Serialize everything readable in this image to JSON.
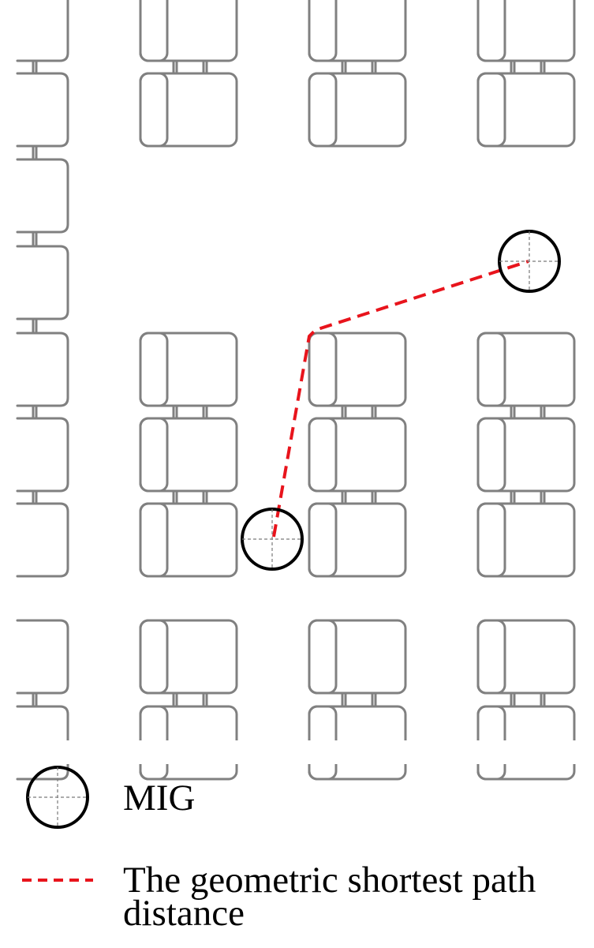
{
  "legend": {
    "mig_label": "MIG",
    "path_label_line1": "The geometric shortest path",
    "path_label_line2": "distance"
  },
  "colors": {
    "seat_stroke": "#808080",
    "path": "#e8141c",
    "marker": "#000000",
    "crosshair": "#7a7a7a"
  },
  "icons": {
    "seat": "theater-seat-icon",
    "mig": "circle-crosshair-icon",
    "path": "dashed-line-icon"
  }
}
